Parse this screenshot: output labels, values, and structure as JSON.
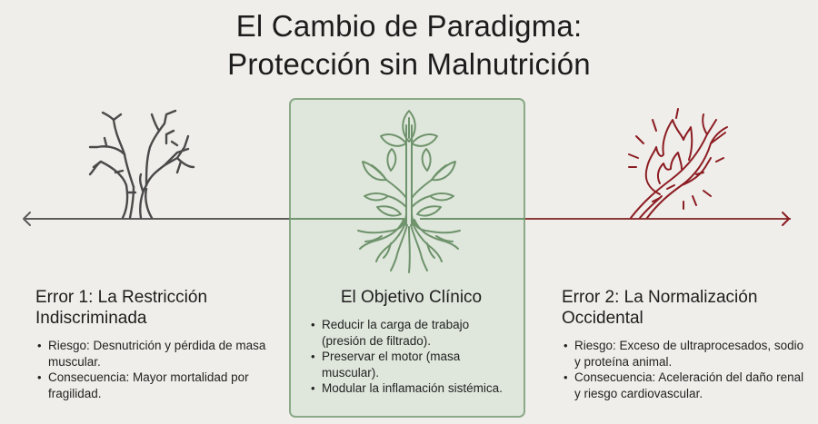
{
  "title": {
    "line1": "El Cambio de Paradigma:",
    "line2": "Protección sin Malnutrición"
  },
  "colors": {
    "background": "#efeeea",
    "dead_tree": "#4a4a4a",
    "healthy_tree": "#6f936c",
    "panel_fill": "#dfe7dc",
    "panel_border": "#8aa987",
    "burning_tree": "#8c1c22"
  },
  "axis": {
    "left_arrow_icon": "arrow-left",
    "right_arrow_icon": "arrow-right"
  },
  "icons": {
    "left": "dead-tree-icon",
    "center": "healthy-tree-with-roots-icon",
    "right": "burning-tree-icon"
  },
  "columns": {
    "left": {
      "heading_line1": "Error 1: La Restricción",
      "heading_line2": "Indiscriminada",
      "bullets": [
        "Riesgo: Desnutrición y pérdida de masa muscular.",
        "Consecuencia: Mayor mortalidad por fragilidad."
      ]
    },
    "center": {
      "heading": "El Objetivo Clínico",
      "bullets": [
        "Reducir la carga de trabajo (presión de filtrado).",
        "Preservar el motor (masa muscular).",
        "Modular la inflamación sistémica."
      ]
    },
    "right": {
      "heading_line1": "Error 2: La Normalización",
      "heading_line2": "Occidental",
      "bullets": [
        "Riesgo: Exceso de ultraprocesados, sodio y proteína animal.",
        "Consecuencia: Aceleración del daño renal y riesgo cardiovascular."
      ]
    }
  }
}
